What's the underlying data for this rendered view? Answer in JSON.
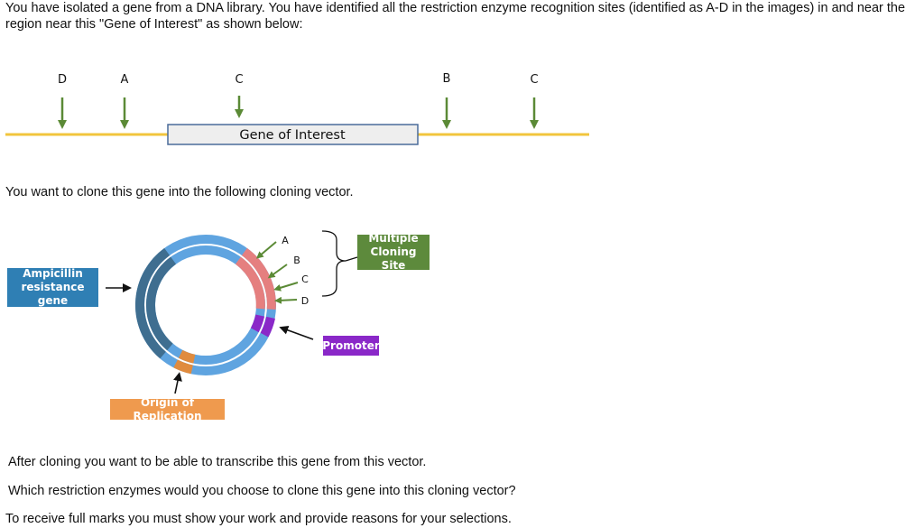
{
  "intro": "You have isolated a gene from a DNA library. You have identified all the restriction enzyme recognition sites (identified as A-D in the images) in and near the region near this \"Gene of Interest\" as shown below:",
  "gene_map": {
    "sites": [
      "D",
      "A",
      "C",
      "B",
      "C"
    ],
    "gene_label": "Gene of Interest",
    "colors": {
      "dna_line": "#f2c53c",
      "arrow": "#5b8a36",
      "gene_box_fill": "#eeeeee",
      "gene_box_border": "#4a6b9a"
    }
  },
  "vector_intro": "You want to clone this gene into the following cloning vector.",
  "vector": {
    "mcs_sites": [
      "A",
      "B",
      "C",
      "D"
    ],
    "labels": {
      "ampicillin": "Ampicillin resistance gene",
      "mcs": "Multiple Cloning Site",
      "promoter": "Promoter",
      "origin": "Origin of Replication"
    },
    "colors": {
      "backbone": "#5fa4e0",
      "ampicillin_segment": "#3f6e90",
      "mcs_segment": "#e57f7f",
      "promoter_segment": "#8a28c8",
      "origin_segment": "#e08b3e",
      "ampicillin_box": "#2f7fb4",
      "mcs_box": "#5d8a3c",
      "promoter_box": "#8a28c8",
      "origin_box": "#ef9a4e"
    }
  },
  "questions": [
    "After cloning you want to be able to transcribe this gene from this vector.",
    "Which restriction enzymes would you choose to clone this gene into this cloning vector?",
    "To receive full marks you must show your work and provide reasons for your selections."
  ]
}
